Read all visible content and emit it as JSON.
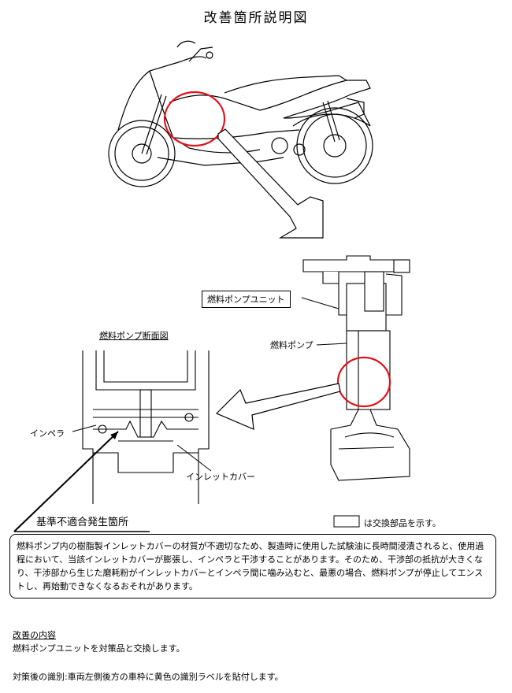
{
  "title": "改善箇所説明図",
  "labels": {
    "pump_unit": "燃料ポンプユニット",
    "pump": "燃料ポンプ",
    "section_title": "燃料ポンプ断面図",
    "impeller": "インペラ",
    "inlet_cover": "インレットカバー",
    "nonconformity": "基準不適合発生箇所",
    "legend_text": "は交換部品を示す。"
  },
  "description": "燃料ポンプ内の樹脂製インレットカバーの材質が不適切なため、製造時に使用した試験油に長時間浸漬されると、使用過程において、当該インレットカバーが膨張し、インペラと干渉することがあります。そのため、干渉部の抵抗が大きくなり、干渉部から生じた磨耗粉がインレットカバーとインペラ間に噛み込むと、最悪の場合、燃料ポンプが停止してエンストし、再始動できなくなるおそれがあります。",
  "improvement": {
    "heading": "改善の内容",
    "text": "燃料ポンプユニットを対策品と交換します。",
    "identification": "対策後の識別:車両左側後方の車枠に黄色の識別ラベルを貼付します。"
  },
  "colors": {
    "highlight": "#e0121a"
  },
  "icons": [
    "motorcycle-illustration",
    "fuel-pump-unit-illustration",
    "pump-cross-section-illustration",
    "arrow-icon"
  ]
}
